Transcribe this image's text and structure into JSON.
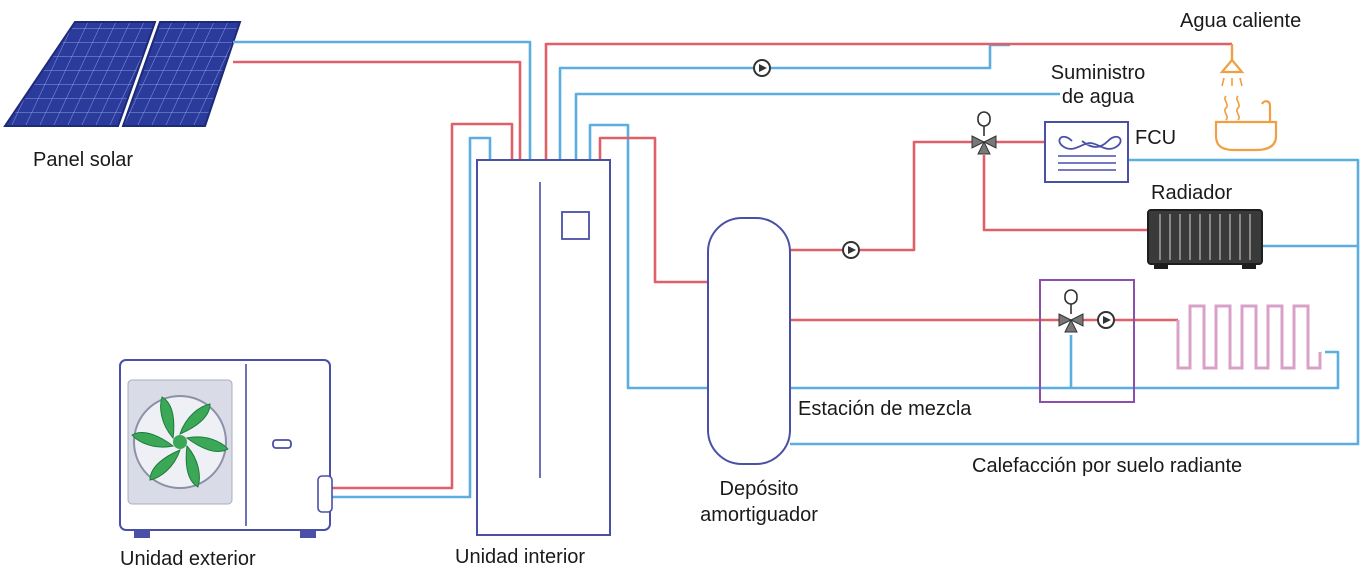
{
  "labels": {
    "solar_panel": "Panel solar",
    "outdoor_unit": "Unidad exterior",
    "indoor_unit": "Unidad interior",
    "buffer_tank_line1": "Depósito",
    "buffer_tank_line2": "amortiguador",
    "hot_water": "Agua caliente",
    "water_supply_line1": "Suministro",
    "water_supply_line2": "de agua",
    "fcu": "FCU",
    "radiator": "Radiador",
    "mixing_station": "Estación de mezcla",
    "floor_heating": "Calefacción por suelo radiante"
  },
  "colors": {
    "hot_pipe": "#e0606a",
    "cold_pipe": "#5aaee0",
    "unit_outline": "#4a4fa8",
    "mixing_station": "#8b4fb0",
    "fan": "#3aa856",
    "solar_panel": "#2a3a9a",
    "tap_icon": "#f0a040"
  }
}
